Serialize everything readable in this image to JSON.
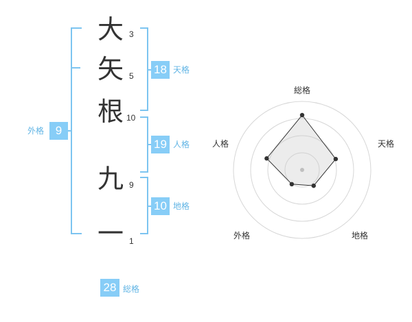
{
  "name_chars": [
    {
      "char": "大",
      "strokes": "3"
    },
    {
      "char": "矢",
      "strokes": "5"
    },
    {
      "char": "根",
      "strokes": "10"
    },
    {
      "char": "九",
      "strokes": "9"
    },
    {
      "char": "一",
      "strokes": "1"
    }
  ],
  "scores": {
    "tenkaku": {
      "value": "18",
      "label": "天格"
    },
    "jinkaku": {
      "value": "19",
      "label": "人格"
    },
    "chikaku": {
      "value": "10",
      "label": "地格"
    },
    "gaikaku": {
      "value": "9",
      "label": "外格"
    },
    "soukaku": {
      "value": "28",
      "label": "総格"
    }
  },
  "colors": {
    "accent": "#87cdf7",
    "bracket": "#7cc4f0",
    "label": "#62b5e5"
  },
  "chart_data": {
    "type": "radar",
    "axes": [
      "総格",
      "天格",
      "地格",
      "外格",
      "人格"
    ],
    "values": [
      28,
      18,
      10,
      9,
      19
    ],
    "rings": 4
  }
}
